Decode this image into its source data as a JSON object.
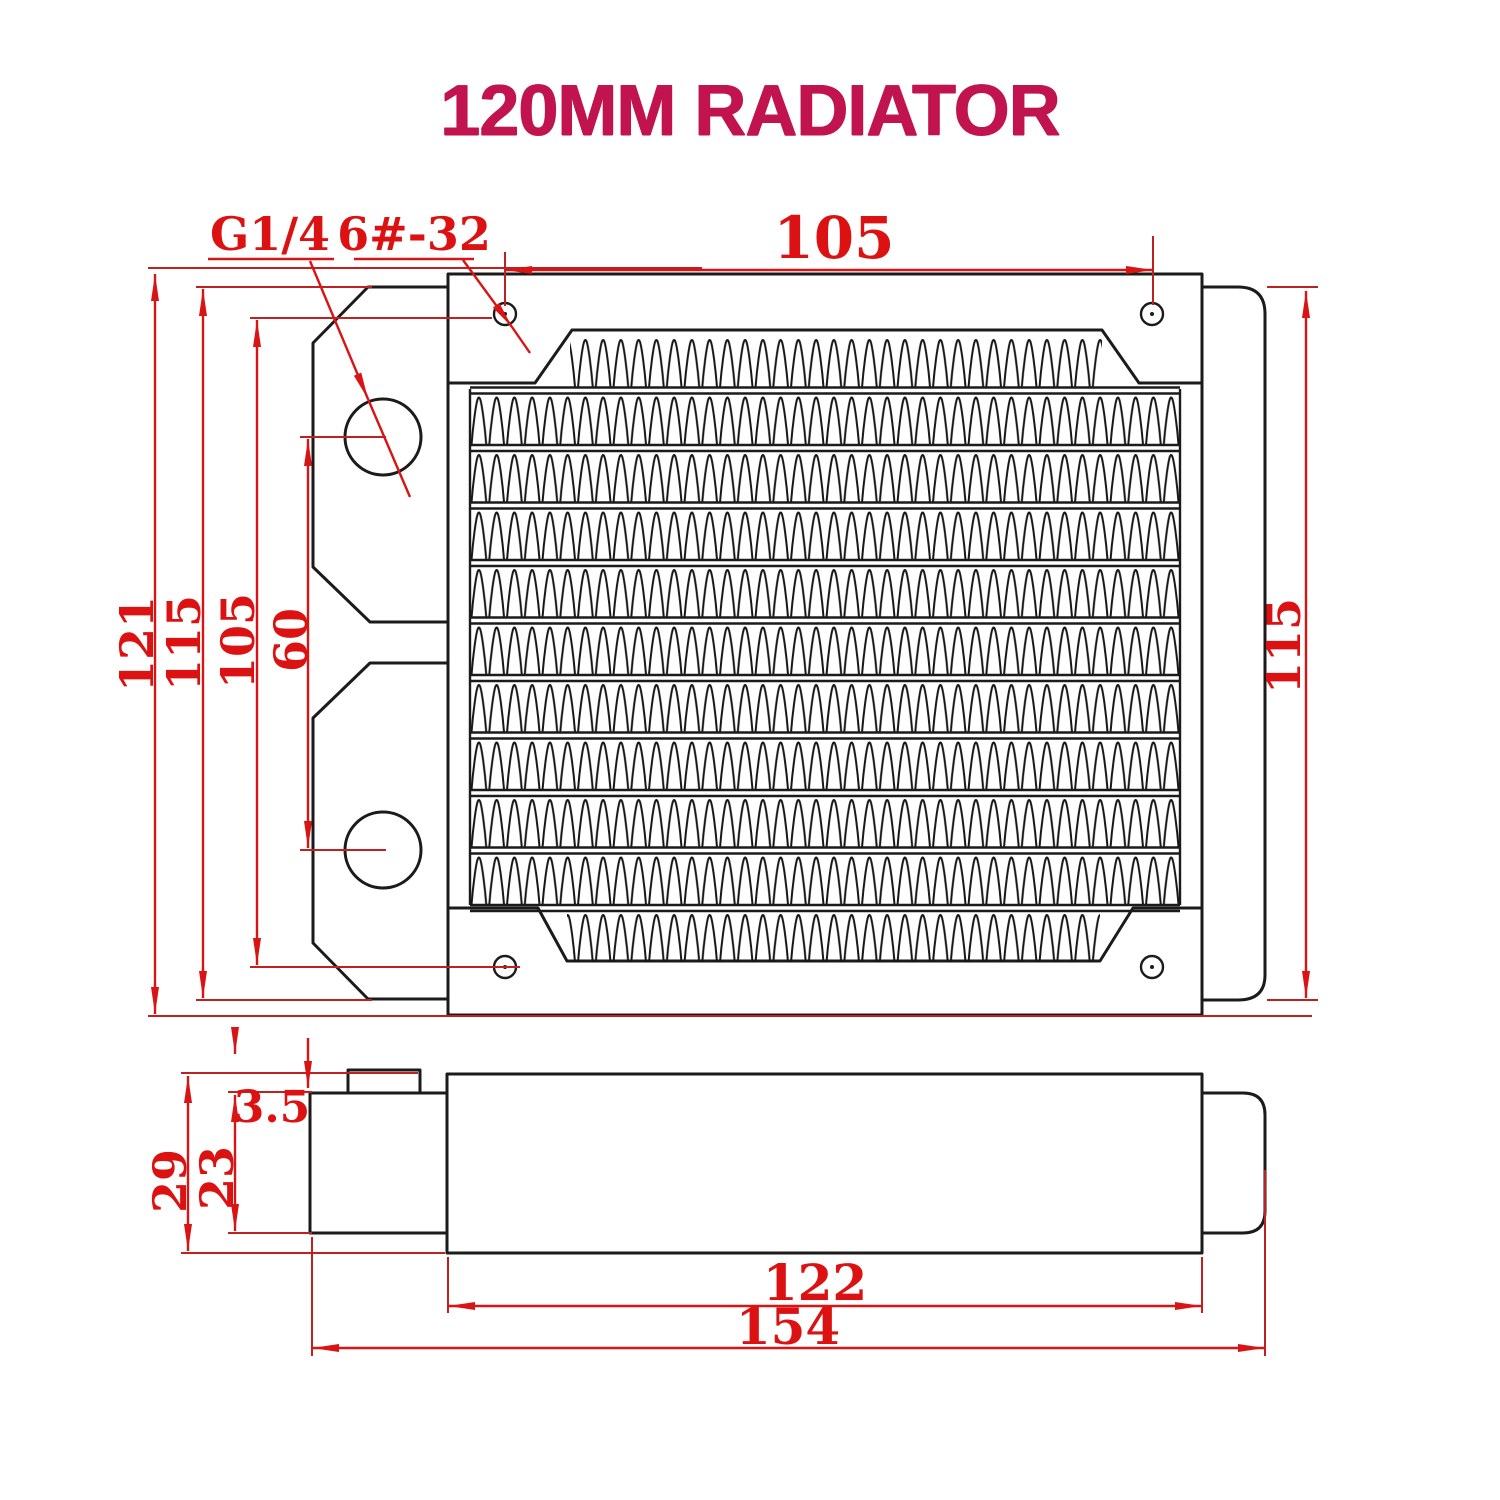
{
  "title": "120MM RADIATOR",
  "colors": {
    "title": "#c1134e",
    "dimension_red": "#d81414",
    "outline_black": "#1b1b1b",
    "background": "#ffffff"
  },
  "front_view": {
    "dims": {
      "top_hole_spacing": "105",
      "port_thread": "G1/4",
      "screw_thread": "6#-32",
      "overall_height": "121",
      "frame_height": "115",
      "hole_spacing": "105",
      "port_spacing": "60",
      "frame_height_right": "115"
    }
  },
  "side_view": {
    "dims": {
      "overall_thickness": "29",
      "tank_thickness": "23",
      "fitting_offset": "3.5",
      "core_length": "122",
      "overall_length": "154"
    }
  }
}
